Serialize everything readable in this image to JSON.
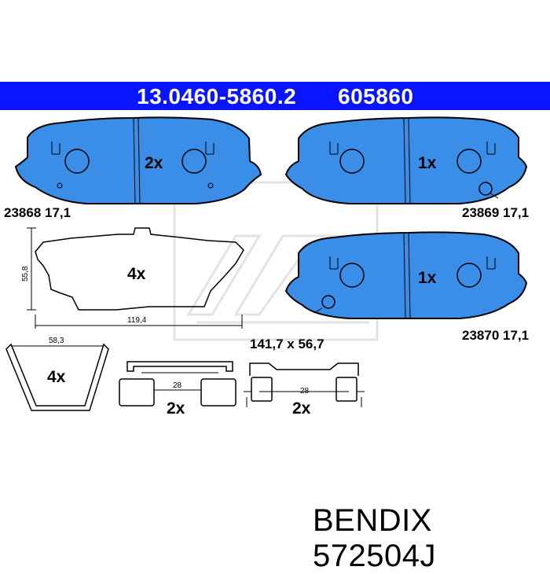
{
  "header": {
    "part_number": "13.0460-5860.2",
    "ref_number": "605860",
    "background_color": "#0a14ff",
    "text_color": "#ffffff"
  },
  "pads": [
    {
      "code": "23868 17,1",
      "qty": "2x"
    },
    {
      "code": "23869 17,1",
      "qty": "1x"
    },
    {
      "code": "23870 17,1",
      "qty": "1x"
    }
  ],
  "pad_color": "#3a8ee8",
  "backing_plate": {
    "qty": "4x",
    "height": "55,8",
    "width": "119,4"
  },
  "pad_size": "141,7 x 56,7",
  "spring": {
    "width": "58,3",
    "qty": "4x"
  },
  "clips": [
    {
      "dim": "28",
      "qty": "2x"
    },
    {
      "dim": "28",
      "qty": "2x"
    }
  ],
  "footer": {
    "brand": "BENDIX",
    "number": "572504J"
  }
}
